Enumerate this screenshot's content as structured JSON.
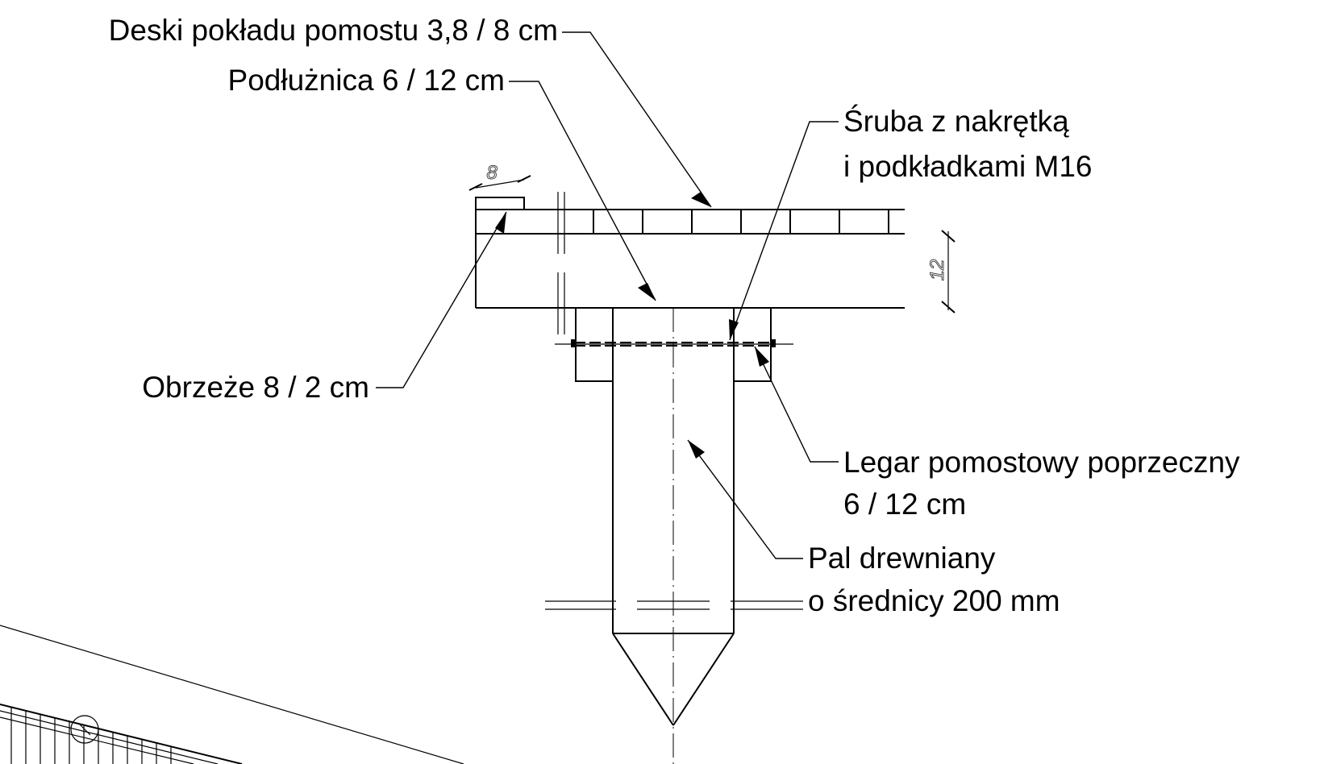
{
  "labels": {
    "deck_boards": "Deski pokładu pomostu 3,8 / 8 cm",
    "stringer": "Podłużnica 6 / 12 cm",
    "bolt_line1": "Śruba z nakrętką",
    "bolt_line2": "i podkładkami M16",
    "edging": "Obrzeże 8 / 2 cm",
    "joist_line1": "Legar pomostowy poprzeczny",
    "joist_line2": "6 / 12 cm",
    "pile_line1": "Pal drewniany",
    "pile_line2": "o średnicy 200 mm"
  },
  "dimensions": {
    "edging_width": "8",
    "stringer_height": "12"
  }
}
